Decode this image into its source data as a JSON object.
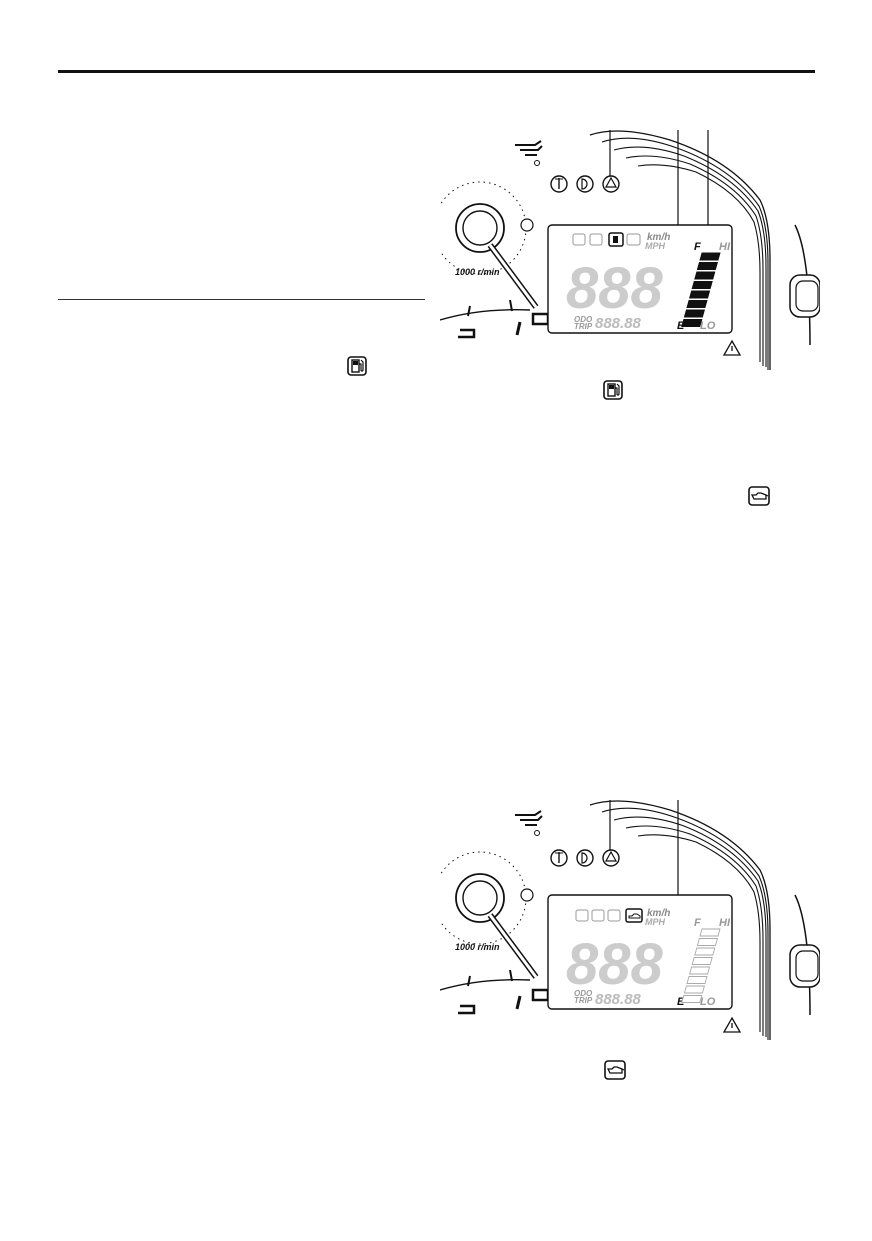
{
  "figure_top": {
    "units_kmh": "km/h",
    "units_mph": "MPH",
    "fuel_full": "F",
    "fuel_empty": "E",
    "range_hi": "HI",
    "range_lo": "LO",
    "odo": "ODO",
    "trip": "TRIP",
    "speed_digits": "888",
    "odo_digits": "888.88",
    "tach_label": "1000 r/min",
    "tach_mark": "1",
    "fuel_level_fraction": 1.0,
    "active_indicator": "fuel-level-warning-icon"
  },
  "figure_bottom": {
    "units_kmh": "km/h",
    "units_mph": "MPH",
    "fuel_full": "F",
    "fuel_empty": "E",
    "range_hi": "HI",
    "range_lo": "LO",
    "odo": "ODO",
    "trip": "TRIP",
    "speed_digits": "888",
    "odo_digits": "888.88",
    "tach_label": "1000 r/min",
    "tach_mark": "1",
    "fuel_level_fraction": 0.0,
    "active_indicator": "oil-change-indicator-icon"
  },
  "icons": {
    "inline_fuel": "fuel-pump-icon",
    "inline_oil": "oil-can-icon",
    "warning": "warning-triangle-icon"
  },
  "colors": {
    "ink": "#111111",
    "light_ink": "#9a9a9a"
  }
}
